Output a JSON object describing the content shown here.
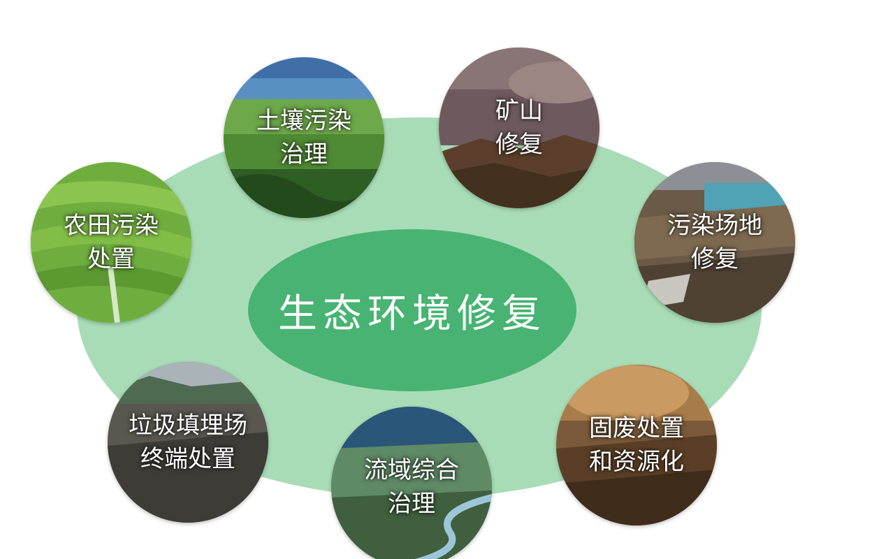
{
  "center": {
    "title": "生态环境修复",
    "outer_color": "#a8dcb6",
    "inner_color": "#48b372"
  },
  "nodes": [
    {
      "id": "soil",
      "icon": "farmland-landscape-photo",
      "line1": "土壤污染",
      "line2": "治理"
    },
    {
      "id": "mine",
      "icon": "mine-landscape-photo",
      "line1": "矿山",
      "line2": "修复"
    },
    {
      "id": "farm",
      "icon": "terraced-field-photo",
      "line1": "农田污染",
      "line2": "处置"
    },
    {
      "id": "site",
      "icon": "industrial-site-photo",
      "line1": "污染场地",
      "line2": "修复"
    },
    {
      "id": "landfill",
      "icon": "landfill-photo",
      "line1": "垃圾填埋场",
      "line2": "终端处置"
    },
    {
      "id": "basin",
      "icon": "river-basin-photo",
      "line1": "流域综合",
      "line2": "治理"
    },
    {
      "id": "solid",
      "icon": "solid-waste-photo",
      "line1": "固废处置",
      "line2": "和资源化"
    }
  ]
}
